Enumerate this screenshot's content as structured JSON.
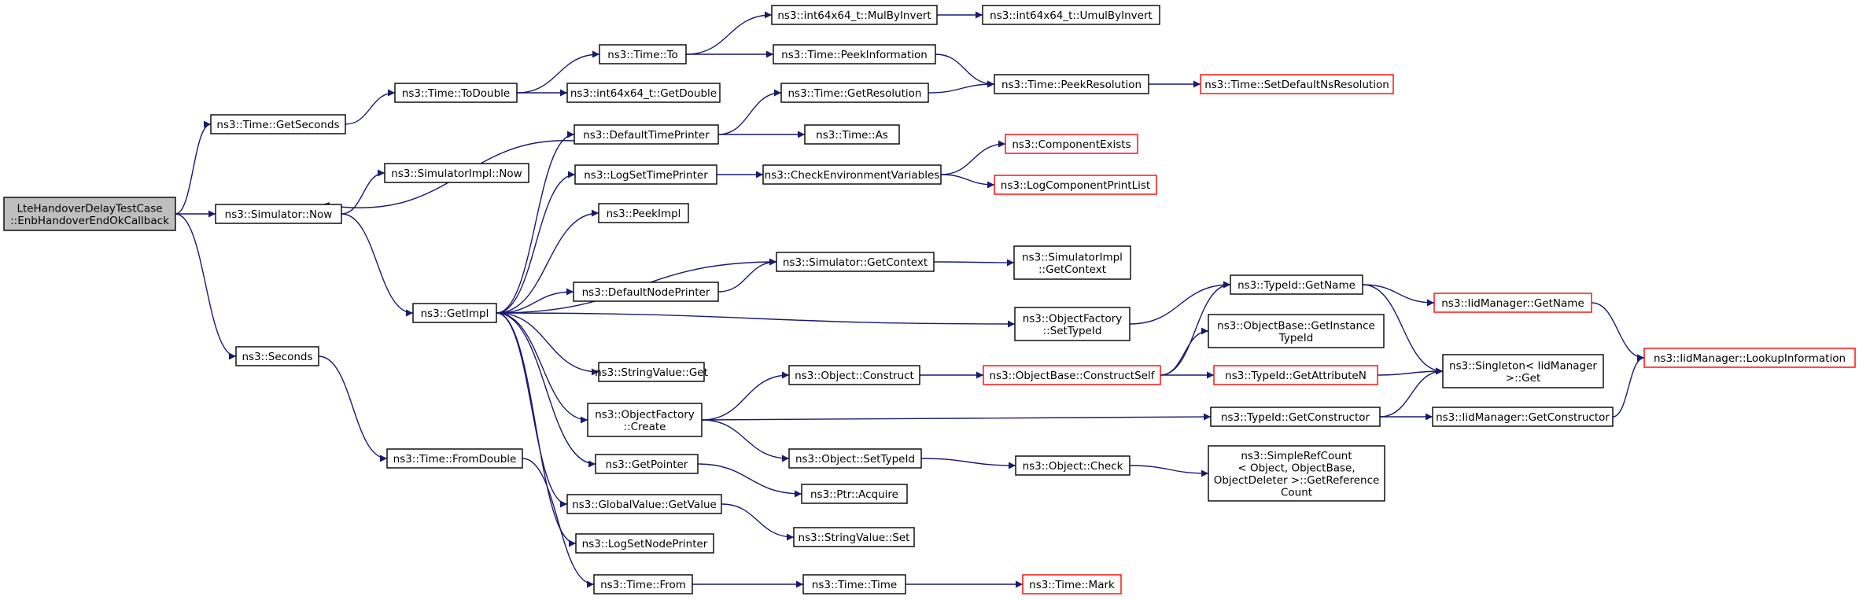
{
  "colors": {
    "edge": "#191970",
    "node_border": "#000000",
    "truncated_border": "#ff0000",
    "root_fill": "#bfbfbf"
  },
  "nodes": {
    "root": [
      "LteHandoverDelayTestCase",
      "::EnbHandoverEndOkCallback"
    ],
    "getseconds": [
      "ns3::Time::GetSeconds"
    ],
    "simnow": [
      "ns3::Simulator::Now"
    ],
    "seconds": [
      "ns3::Seconds"
    ],
    "todouble": [
      "ns3::Time::ToDouble"
    ],
    "simimplnow": [
      "ns3::SimulatorImpl::Now"
    ],
    "getimpl": [
      "ns3::GetImpl"
    ],
    "fromdouble": [
      "ns3::Time::FromDouble"
    ],
    "timeto": [
      "ns3::Time::To"
    ],
    "int64getdouble": [
      "ns3::int64x64_t::GetDouble"
    ],
    "defaulttimeprinter": [
      "ns3::DefaultTimePrinter"
    ],
    "logsettimeprinter": [
      "ns3::LogSetTimePrinter"
    ],
    "peekimpl": [
      "ns3::PeekImpl"
    ],
    "defaultnodeprinter": [
      "ns3::DefaultNodePrinter"
    ],
    "stringvalueget": [
      "ns3::StringValue::Get"
    ],
    "objfactorycreate": [
      "ns3::ObjectFactory",
      "::Create"
    ],
    "getpointer": [
      "ns3::GetPointer"
    ],
    "globalvalueget": [
      "ns3::GlobalValue::GetValue"
    ],
    "logsetnodeprinter": [
      "ns3::LogSetNodePrinter"
    ],
    "timefrom": [
      "ns3::Time::From"
    ],
    "mulbyinvert": [
      "ns3::int64x64_t::MulByInvert"
    ],
    "peekinformation": [
      "ns3::Time::PeekInformation"
    ],
    "getresolution": [
      "ns3::Time::GetResolution"
    ],
    "timeas": [
      "ns3::Time::As"
    ],
    "checkenvvars": [
      "ns3::CheckEnvironmentVariables"
    ],
    "simgetcontext": [
      "ns3::Simulator::GetContext"
    ],
    "objconstruct": [
      "ns3::Object::Construct"
    ],
    "objsettypeid": [
      "ns3::Object::SetTypeId"
    ],
    "ptracquire": [
      "ns3::Ptr::Acquire"
    ],
    "stringvalueset": [
      "ns3::StringValue::Set"
    ],
    "timetime": [
      "ns3::Time::Time"
    ],
    "umulbyinvert": [
      "ns3::int64x64_t::UmulByInvert"
    ],
    "peekresolution": [
      "ns3::Time::PeekResolution"
    ],
    "componentexists": [
      "ns3::ComponentExists"
    ],
    "logcomponentprintlist": [
      "ns3::LogComponentPrintList"
    ],
    "simimplgetcontext": [
      "ns3::SimulatorImpl",
      "::GetContext"
    ],
    "objfactorysettypeid": [
      "ns3::ObjectFactory",
      "::SetTypeId"
    ],
    "constructself": [
      "ns3::ObjectBase::ConstructSelf"
    ],
    "objcheck": [
      "ns3::Object::Check"
    ],
    "timemark": [
      "ns3::Time::Mark"
    ],
    "setdefaultnsres": [
      "ns3::Time::SetDefaultNsResolution"
    ],
    "typeidgetname": [
      "ns3::TypeId::GetName"
    ],
    "getinstancetypeid": [
      "ns3::ObjectBase::GetInstance",
      "TypeId"
    ],
    "typeidgetattributen": [
      "ns3::TypeId::GetAttributeN"
    ],
    "typeidgetconstructor": [
      "ns3::TypeId::GetConstructor"
    ],
    "simplerefcount": [
      "ns3::SimpleRefCount",
      "< Object, ObjectBase,",
      "ObjectDeleter >::GetReference",
      "Count"
    ],
    "iidgetname": [
      "ns3::IidManager::GetName"
    ],
    "singletonget": [
      "ns3::Singleton< IidManager",
      " >::Get"
    ],
    "iidgetconstructor": [
      "ns3::IidManager::GetConstructor"
    ],
    "iidlookup": [
      "ns3::IidManager::LookupInformation"
    ]
  }
}
